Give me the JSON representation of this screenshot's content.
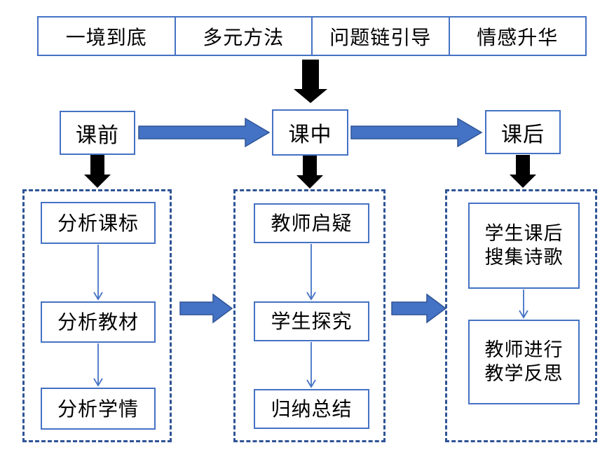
{
  "diagram": {
    "top_row": {
      "cells": [
        "一境到底",
        "多元方法",
        "问题链引导",
        "情感升华"
      ]
    },
    "phases": {
      "pre": "课前",
      "mid": "课中",
      "post": "课后"
    },
    "pre_column": {
      "steps": [
        "分析课标",
        "分析教材",
        "分析学情"
      ]
    },
    "mid_column": {
      "steps": [
        "教师启疑",
        "学生探究",
        "归纳总结"
      ]
    },
    "post_column": {
      "steps": [
        "学生课后\n搜集诗歌",
        "教师进行\n教学反思"
      ]
    },
    "colors": {
      "box_border_blue": "#4472C4",
      "dashed_border_blue": "#2F5496",
      "arrow_fill_blue": "#4472C4",
      "arrow_edge_blue": "#2F5496",
      "black_arrow": "#000000"
    }
  }
}
